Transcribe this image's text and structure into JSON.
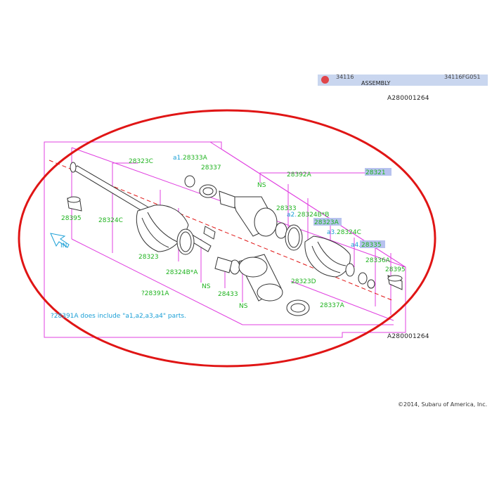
{
  "header": {
    "left_fragment": "34116",
    "assembly_label": "ASSEMBLY",
    "right_fragment": "34116FG051",
    "marker_color": "#e0454a",
    "highlight_color": "#c9d6ef"
  },
  "diagram": {
    "code_top": "A280001264",
    "code_bottom": "A280001264",
    "copyright": "©2014, Subaru of America, Inc.",
    "footnote": "?28391A does include \"a1,a2,a3,a4\" parts.",
    "colors": {
      "frame": "#e040e0",
      "part_label": "#1fb31f",
      "sub_label": "#1a9fd6",
      "highlight": "#b7c2ef",
      "drawing": "#333333",
      "ellipse": "#e01515"
    },
    "labels": {
      "l28321": "28321",
      "l28323C": "28323C",
      "a1": "a1.",
      "l28333A": "28333A",
      "l28337": "28337",
      "l28392A": "28392A",
      "ns1": "NS",
      "l28333": "28333",
      "a2": "a2.",
      "l28324Bstar_B": "28324B*B",
      "l28323A": "28323A",
      "a3": "a3.",
      "l28324C_r": "28324C",
      "a4": "a4.",
      "l28335": "28335",
      "l28336A": "28336A",
      "l28395_r": "28395",
      "l28395_l": "28395",
      "l28324C_l": "28324C",
      "in_arrow": "IN",
      "l28323": "28323",
      "l28324Bstar_A": "28324B*A",
      "ns2": "NS",
      "l28391A": "?28391A",
      "l28433": "28433",
      "ns3": "NS",
      "l28323D": "28323D",
      "l28337A": "28337A"
    }
  }
}
